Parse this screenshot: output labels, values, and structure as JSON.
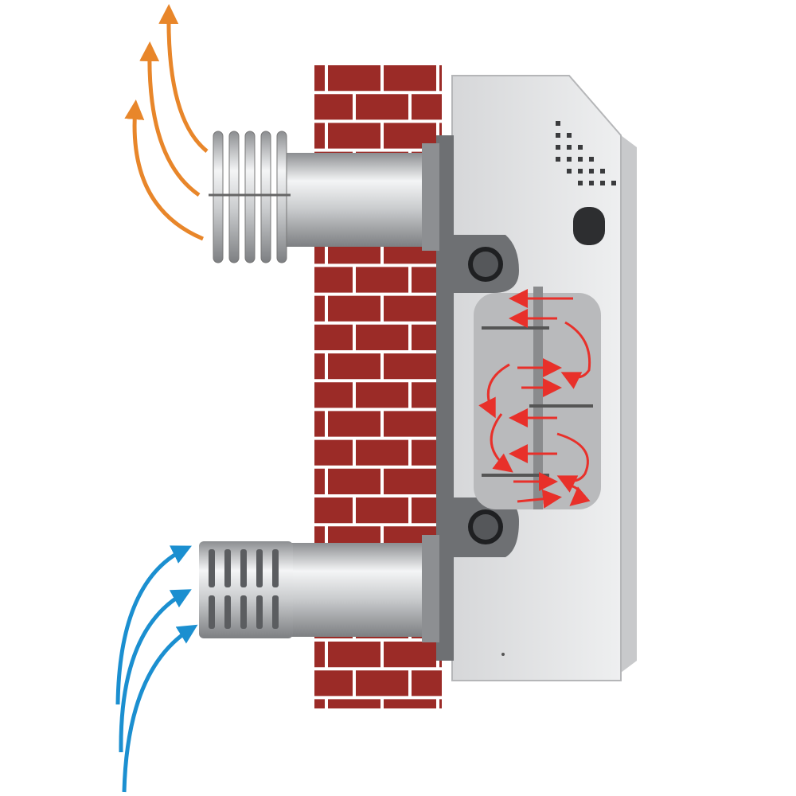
{
  "colors": {
    "brick": "#9b2b27",
    "mortar": "#ffffff",
    "heater_body": "#e2e3e5",
    "bracket": "#6e7073",
    "exhaust_arrow": "#e8862a",
    "intake_arrow": "#1b8fd0",
    "heat_flow_arrow": "#e8302a"
  },
  "icons": [
    "exhaust-flow-arrow",
    "intake-flow-arrow",
    "heat-flow-arrow"
  ]
}
